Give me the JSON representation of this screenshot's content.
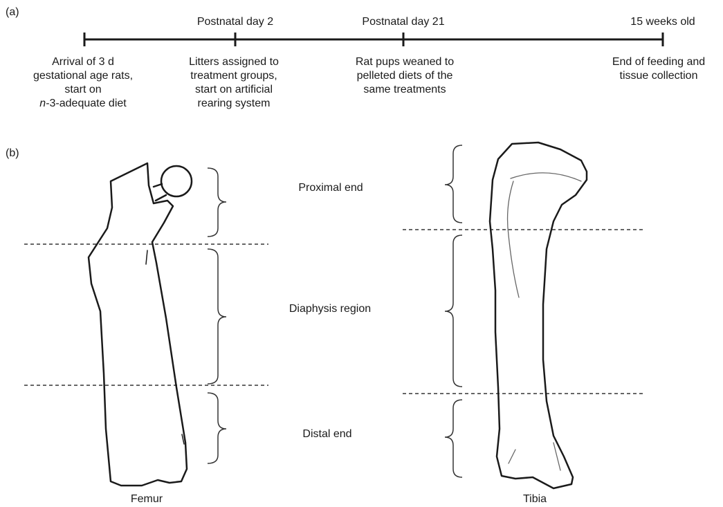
{
  "panel_a": {
    "label": "(a)",
    "milestones": [
      {
        "top": "",
        "bottom": [
          "Arrival of 3 d",
          "gestational age rats,",
          "start on",
          "n-3-adequate diet"
        ]
      },
      {
        "top": "Postnatal day 2",
        "bottom": [
          "Litters assigned to",
          "treatment groups,",
          "start on artificial",
          "rearing system"
        ]
      },
      {
        "top": "Postnatal day 21",
        "bottom": [
          "Rat pups weaned to",
          "pelleted diets of the",
          "same treatments"
        ]
      },
      {
        "top": "15 weeks old",
        "bottom": [
          "End of feeding and",
          "tissue collection"
        ]
      }
    ]
  },
  "panel_b": {
    "label": "(b)",
    "regions": {
      "proximal": "Proximal end",
      "diaphysis": "Diaphysis region",
      "distal": "Distal end"
    },
    "bones": {
      "femur": "Femur",
      "tibia": "Tibia"
    }
  }
}
